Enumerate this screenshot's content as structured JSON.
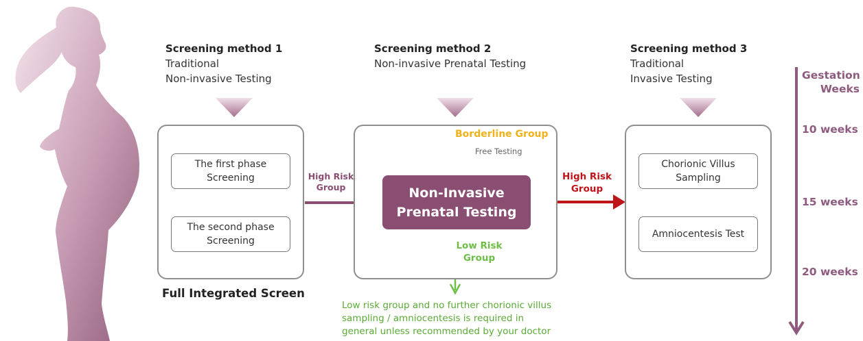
{
  "colors": {
    "accent": "#8a4e72",
    "timeline": "#8e5b7e",
    "borderline": "#f2b21a",
    "high_risk_red": "#c0141b",
    "low_risk_green": "#6cbe45",
    "triangle": "#b9839d",
    "box_border": "#8f8f8f"
  },
  "methods": [
    {
      "heading": "Screening method 1",
      "sub1": "Traditional",
      "sub2": "Non-invasive Testing"
    },
    {
      "heading": "Screening method 2",
      "sub1": "Non-invasive Prenatal Testing"
    },
    {
      "heading": "Screening method 3",
      "sub1": "Traditional",
      "sub2": "Invasive Testing"
    }
  ],
  "method1": {
    "items": [
      {
        "line1": "The first phase",
        "line2": "Screening"
      },
      {
        "line1": "The second phase",
        "line2": "Screening"
      }
    ],
    "caption": "Full Integrated Screen"
  },
  "method2": {
    "center_line1": "Non-Invasive",
    "center_line2": "Prenatal Testing",
    "borderline_label": "Borderline  Group",
    "free_testing": "Free Testing",
    "low_risk_line1": "Low Risk",
    "low_risk_line2": "Group",
    "footnote": [
      "Low risk group and no further chorionic villus",
      "sampling / amniocentesis is required in",
      "general unless recommended by your doctor"
    ]
  },
  "method3": {
    "items": [
      {
        "line1": "Chorionic Villus",
        "line2": "Sampling"
      },
      {
        "line1": "Amniocentesis Test"
      }
    ]
  },
  "flows": {
    "high_risk_left": {
      "line1": "High Risk",
      "line2": "Group"
    },
    "high_risk_right": {
      "line1": "High Risk",
      "line2": "Group"
    }
  },
  "timeline": {
    "title_line1": "Gestation",
    "title_line2": "Weeks",
    "marks": [
      "10 weeks",
      "15 weeks",
      "20 weeks"
    ]
  },
  "silhouette": "pregnant-woman-silhouette"
}
